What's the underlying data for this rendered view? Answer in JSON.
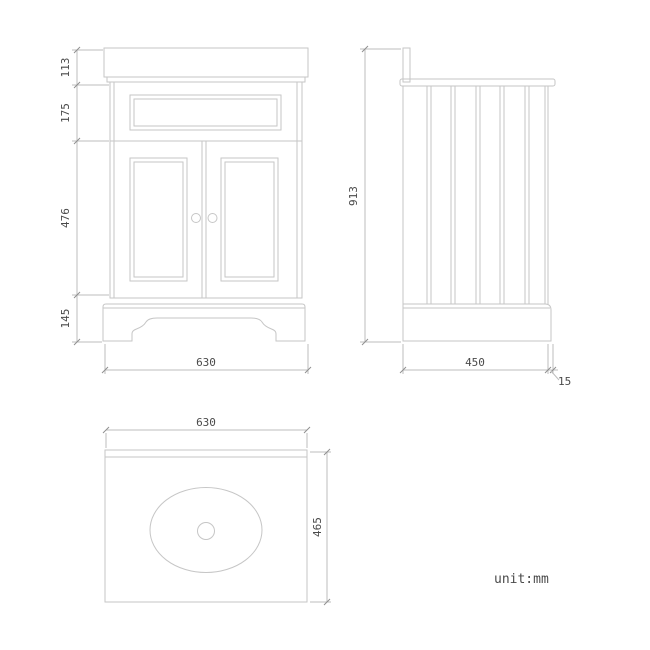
{
  "unit_label": "unit:mm",
  "front_view": {
    "dim_counter_height": "113",
    "dim_apron_height": "175",
    "dim_door_height": "476",
    "dim_plinth_height": "145",
    "dim_width": "630"
  },
  "side_view": {
    "dim_total_height": "913",
    "dim_cabinet_depth": "450",
    "dim_counter_overhang": "15"
  },
  "top_view": {
    "dim_counter_width": "630",
    "dim_counter_depth": "465"
  },
  "colors": {
    "background": "#ffffff",
    "drawing_line": "#c6c6c6",
    "dimension_line": "#bdbdbd",
    "tick": "#8f8f8f",
    "dimension_text": "#4a4a4a"
  }
}
